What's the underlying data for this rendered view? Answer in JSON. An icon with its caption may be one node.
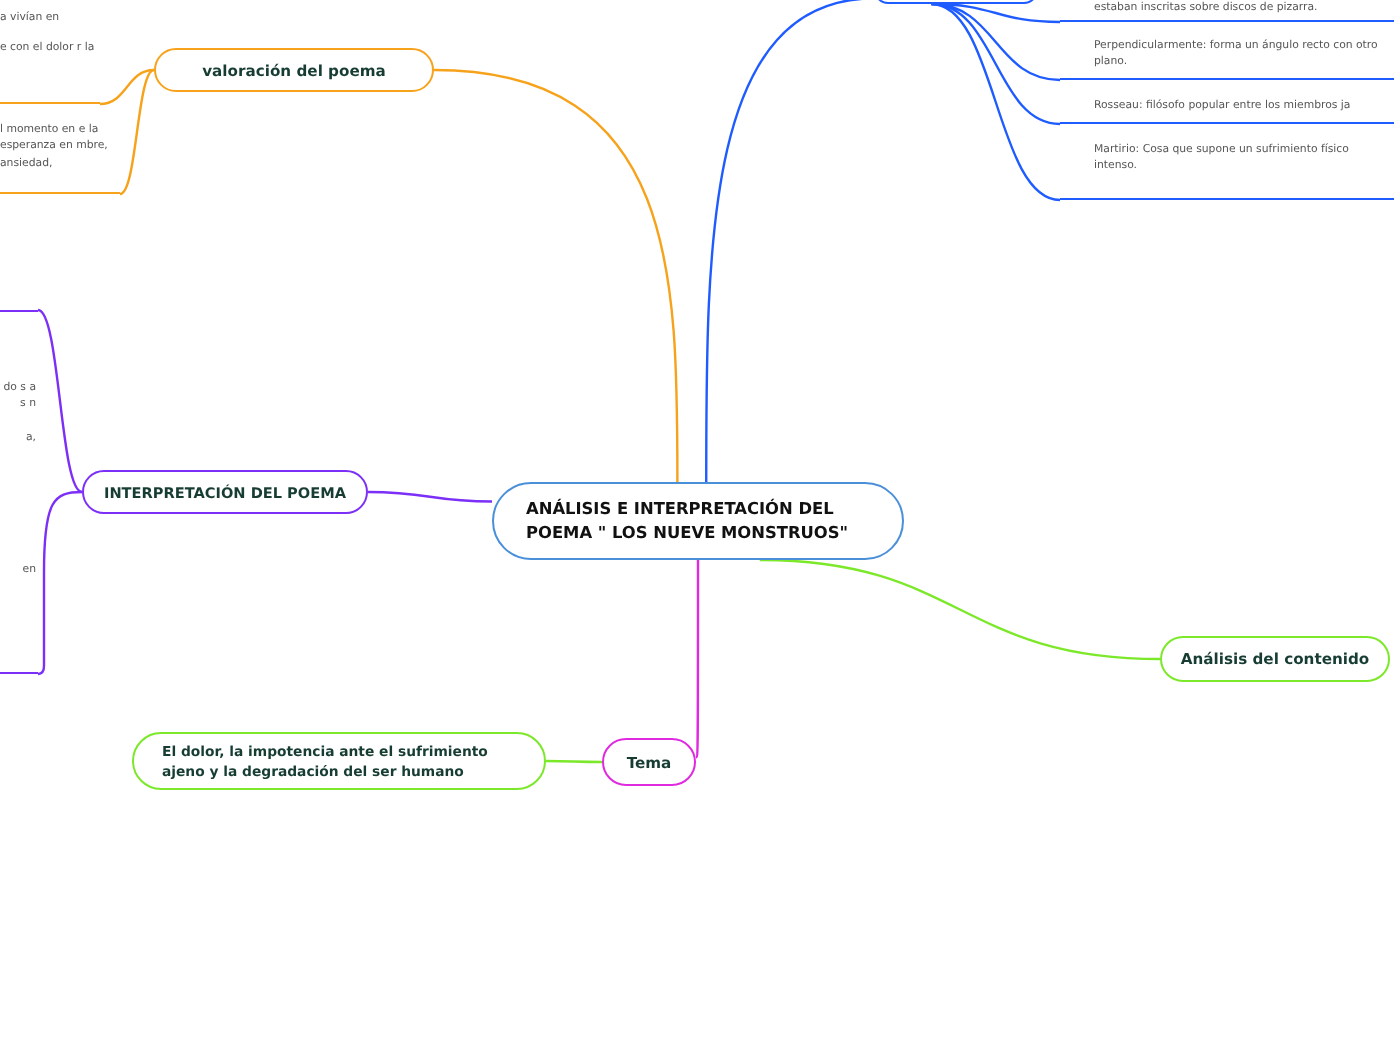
{
  "diagram": {
    "nodes": [
      {
        "text": [
          "ANÁLISIS E INTERPRETACIÓN DEL POEMA \" LOS NUEVE MONSTRUOS\""
        ]
      },
      {
        "text": [
          "valoración del poema"
        ]
      },
      {
        "text": [
          "a vivían en",
          "e con el dolor r la"
        ]
      },
      {
        "text": [
          "l momento en e la esperanza en mbre, ansiedad,"
        ]
      },
      {
        "text": [],
        "shape": "box"
      },
      {
        "text": [
          "estaban inscritas sobre discos de pizarra."
        ]
      },
      {
        "text": [
          "Perpendicularmente: forma un ángulo recto con otro plano."
        ]
      },
      {
        "text": [
          "Rosseau: filósofo popular entre los miembros ja"
        ]
      },
      {
        "text": [
          "Martirio: Cosa que supone un sufrimiento físico intenso."
        ]
      },
      {
        "text": [
          "INTERPRETACIÓN DEL POEMA"
        ]
      },
      {
        "text": [
          "do s a s n",
          "a,",
          "en"
        ]
      },
      {
        "text": [
          "Análisis del contenido"
        ]
      },
      {
        "text": [
          "Tema"
        ]
      },
      {
        "text": [
          "El dolor, la impotencia ante el sufrimiento ajeno y la degradación del ser humano"
        ]
      }
    ],
    "edges": [
      {
        "from": 0,
        "to": 1,
        "arrow": "none",
        "color": "#f7a21b"
      },
      {
        "from": 1,
        "to": 2,
        "arrow": "none",
        "color": "#f7a21b"
      },
      {
        "from": 1,
        "to": 3,
        "arrow": "none",
        "color": "#f7a21b"
      },
      {
        "from": 0,
        "to": 4,
        "arrow": "none",
        "color": "#1f5cff"
      },
      {
        "from": 4,
        "to": 5,
        "arrow": "none",
        "color": "#1f5cff"
      },
      {
        "from": 4,
        "to": 6,
        "arrow": "none",
        "color": "#1f5cff"
      },
      {
        "from": 4,
        "to": 7,
        "arrow": "none",
        "color": "#1f5cff"
      },
      {
        "from": 4,
        "to": 8,
        "arrow": "none",
        "color": "#1f5cff"
      },
      {
        "from": 0,
        "to": 9,
        "arrow": "none",
        "color": "#7b2ff7"
      },
      {
        "from": 9,
        "to": 10,
        "arrow": "none",
        "color": "#7b2ff7"
      },
      {
        "from": 0,
        "to": 11,
        "arrow": "none",
        "color": "#7ce82a"
      },
      {
        "from": 0,
        "to": 12,
        "arrow": "none",
        "color": "#e02ae0"
      },
      {
        "from": 12,
        "to": 13,
        "arrow": "none",
        "color": "#7ce82a"
      }
    ]
  }
}
